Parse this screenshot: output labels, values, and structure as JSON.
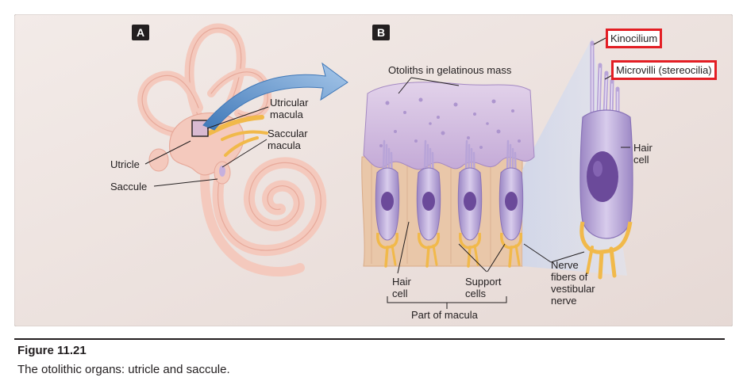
{
  "panels": {
    "a": "A",
    "b": "B"
  },
  "panel_a": {
    "utricular_macula": "Utricular\nmacula",
    "saccular_macula": "Saccular\nmacula",
    "utricle": "Utricle",
    "saccule": "Saccule"
  },
  "panel_b": {
    "otoliths": "Otoliths in gelatinous mass",
    "kinocilium": "Kinocilium",
    "microvilli": "Microvilli (stereocilia)",
    "hair_cell_right": "Hair\ncell",
    "hair_cell_bottom": "Hair\ncell",
    "support_cells": "Support\ncells",
    "nerve_fibers": "Nerve\nfibers of\nvestibular\nnerve",
    "part_of_macula": "Part of macula"
  },
  "caption": {
    "title": "Figure 11.21",
    "text": "The otolithic organs: utricle and saccule."
  },
  "colors": {
    "background": "#efe6e2",
    "labyrinth": "#f4c9bd",
    "nerve": "#f1b94a",
    "gel": "#c9b3d9",
    "cell": "#b9a6d6",
    "nucleus": "#6b4a9a",
    "arrow": "#6ea4d6",
    "highlight_box": "#e31e24"
  }
}
